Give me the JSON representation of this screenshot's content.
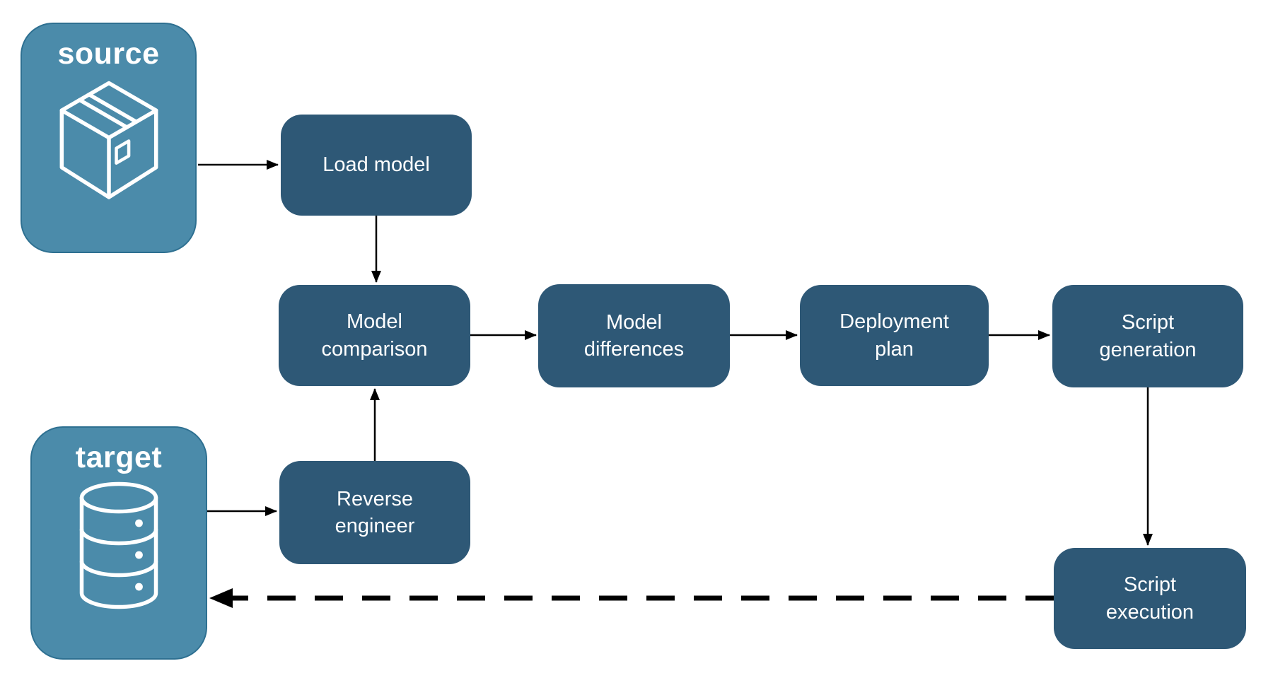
{
  "diagram": {
    "colors": {
      "node_fill": "#2E5876",
      "endpoint_fill": "#4B8BAA",
      "endpoint_border": "#2E7091",
      "label_color": "#FFFFFF",
      "arrow_color": "#000000",
      "background": "#FFFFFF"
    },
    "nodes": {
      "source": {
        "label": "source",
        "icon": "package-icon"
      },
      "target": {
        "label": "target",
        "icon": "database-icon"
      },
      "load_model": {
        "label": "Load model"
      },
      "model_comparison": {
        "label": "Model comparison"
      },
      "model_differences": {
        "label": "Model differences"
      },
      "deployment_plan": {
        "label": "Deployment plan"
      },
      "script_generation": {
        "label": "Script generation"
      },
      "reverse_engineer": {
        "label": "Reverse engineer"
      },
      "script_execution": {
        "label": "Script execution"
      }
    },
    "edges": [
      {
        "from": "source",
        "to": "load_model",
        "style": "solid"
      },
      {
        "from": "load_model",
        "to": "model_comparison",
        "style": "solid"
      },
      {
        "from": "model_comparison",
        "to": "model_differences",
        "style": "solid"
      },
      {
        "from": "model_differences",
        "to": "deployment_plan",
        "style": "solid"
      },
      {
        "from": "deployment_plan",
        "to": "script_generation",
        "style": "solid"
      },
      {
        "from": "script_generation",
        "to": "script_execution",
        "style": "solid"
      },
      {
        "from": "target",
        "to": "reverse_engineer",
        "style": "solid"
      },
      {
        "from": "reverse_engineer",
        "to": "model_comparison",
        "style": "solid"
      },
      {
        "from": "script_execution",
        "to": "target",
        "style": "dashed"
      }
    ]
  }
}
